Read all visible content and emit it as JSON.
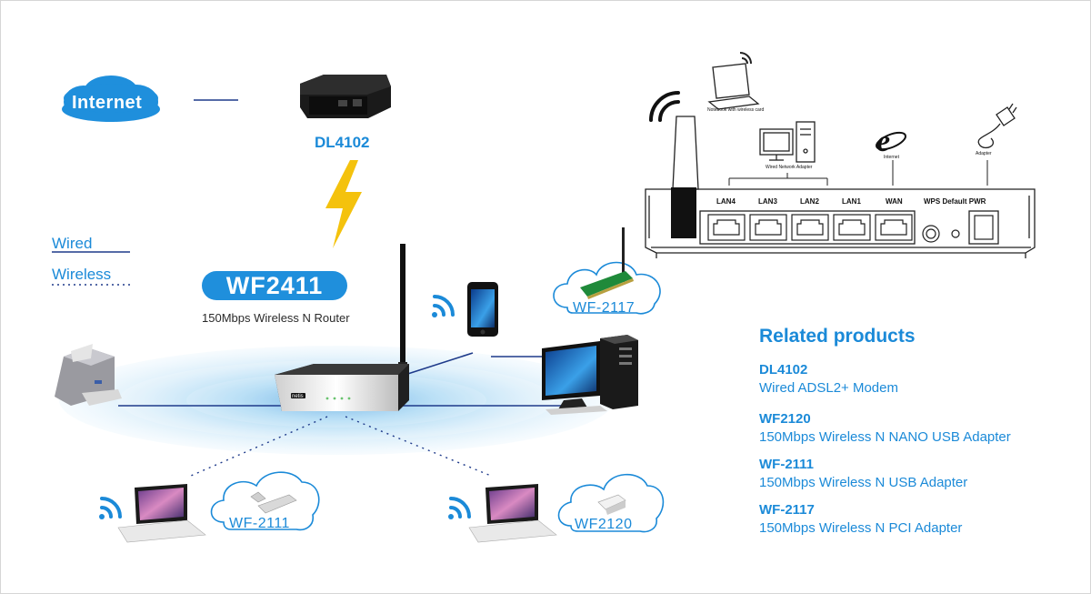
{
  "topology": {
    "internet_label": "Internet",
    "modem": {
      "model": "DL4102"
    },
    "legend": {
      "wired": "Wired",
      "wireless": "Wireless"
    },
    "router": {
      "model": "WF2411",
      "subtitle": "150Mbps Wireless N Router",
      "brand": "netis"
    },
    "adapters": {
      "pci": "WF-2117",
      "usb": "WF-2111",
      "nano": "WF2120"
    }
  },
  "rear_panel": {
    "ports": [
      "LAN4",
      "LAN3",
      "LAN2",
      "LAN1",
      "WAN"
    ],
    "buttons_label": "WPS Default PWR",
    "notebook_label": "Notebook with wireless card",
    "wired_adapter_label": "Wired Network Adapter",
    "internet_label": "Internet",
    "adapter_label": "Adapter"
  },
  "related": {
    "heading": "Related products",
    "items": [
      {
        "model": "DL4102",
        "desc": "Wired ADSL2+ Modem"
      },
      {
        "model": "WF2120",
        "desc": "150Mbps Wireless N NANO USB Adapter"
      },
      {
        "model": "WF-2111",
        "desc": "150Mbps Wireless N USB Adapter"
      },
      {
        "model": "WF-2117",
        "desc": "150Mbps Wireless N PCI Adapter"
      }
    ]
  },
  "colors": {
    "accent": "#1b8ad8",
    "badge": "#1f8fdc",
    "link_line": "#1e3a8a",
    "zap": "#f4c20d"
  }
}
